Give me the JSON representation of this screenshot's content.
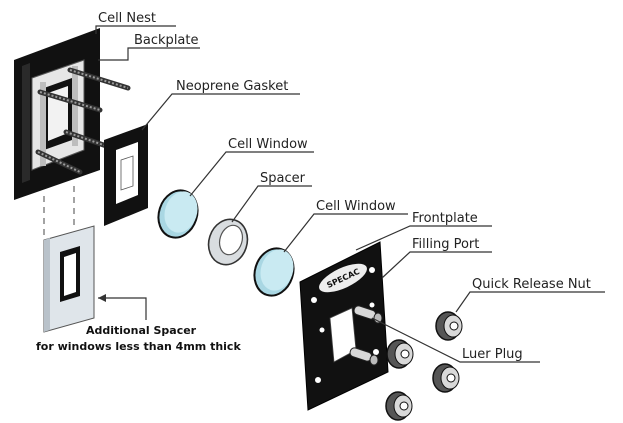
{
  "labels": {
    "cell_nest": "Cell Nest",
    "backplate": "Backplate",
    "neoprene_gasket": "Neoprene Gasket",
    "cell_window_1": "Cell Window",
    "spacer": "Spacer",
    "cell_window_2": "Cell Window",
    "frontplate": "Frontplate",
    "filling_port": "Filling Port",
    "quick_release_nut": "Quick Release Nut",
    "luer_plug": "Luer Plug",
    "additional_spacer_line1": "Additional Spacer",
    "additional_spacer_line2": "for windows less than 4mm thick"
  },
  "frontplate_logo": "SPECAC",
  "colors": {
    "metal_dark": "#111111",
    "window_fill": "#c9eaf2",
    "spacer_grey": "#d9dde0",
    "spacer_block": "#dfe5ea",
    "line": "#333333"
  }
}
